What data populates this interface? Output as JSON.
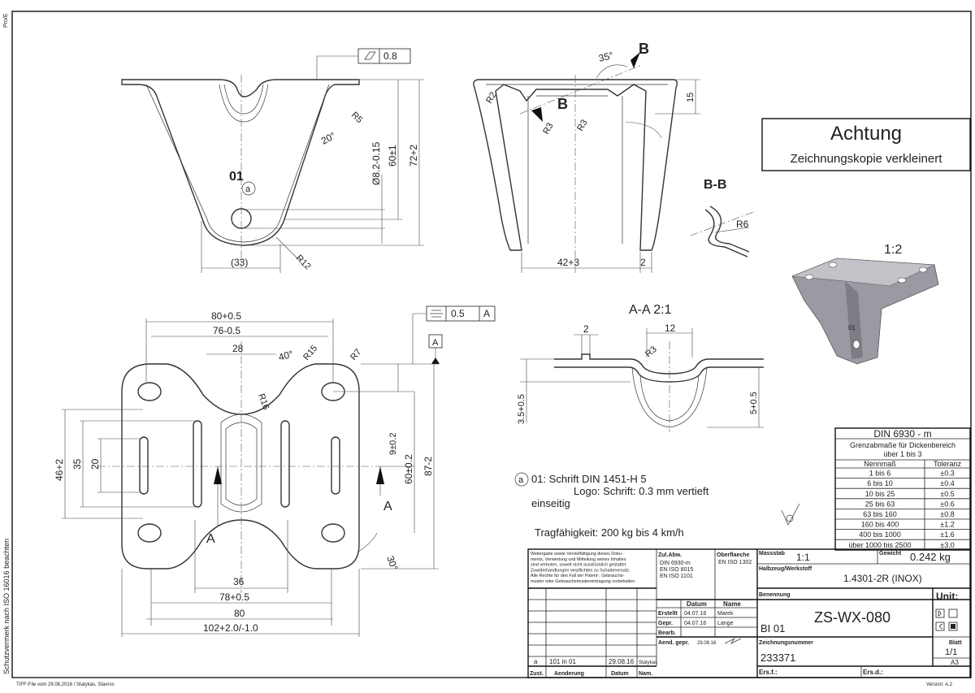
{
  "side_strip": {
    "left_top": "Pro/E",
    "left_bottom": "Schutzvermerk nach ISO 16016 beachten",
    "bottom_note": "TIFF-File vom 29.08.2016 / Statykas, Stavros",
    "version": "Version: A.2"
  },
  "notice": {
    "title": "Achtung",
    "subtitle": "Zeichnungskopie verkleinert"
  },
  "views": {
    "section_bb": "B-B",
    "section_aa": "A-A 2:1",
    "scale_iso": "1:2",
    "cut_b": "B",
    "cut_a": "A",
    "datum_a": "A",
    "part_mark": "01",
    "mark_a": "a",
    "iso_mark": "01"
  },
  "front_view": {
    "flatness": "0.8",
    "angle": "20°",
    "r5": "R5",
    "r12": "R12",
    "d_hole": "Ø8.2-0.15",
    "h60": "60±1",
    "h72": "72+2",
    "w33": "(33)"
  },
  "side_view": {
    "angle": "35°",
    "r2": "R2",
    "r3a": "R3",
    "r3b": "R3",
    "h15": "15",
    "w42": "42+3",
    "t2": "2"
  },
  "bb_view": {
    "r6": "R6"
  },
  "aa_view": {
    "w2": "2",
    "w12": "12",
    "r3": "R3",
    "h35": "3.5+0.5",
    "h5": "5+0.5"
  },
  "top_view": {
    "symmetry": "0.5",
    "sym_ref": "A",
    "w80": "80+0.5",
    "w76": "76-0.5",
    "w28": "28",
    "angle40": "40°",
    "r15": "R15",
    "r7": "R7",
    "r16": "R16",
    "h9": "9±0.2",
    "h60": "60±0.2",
    "h87": "87-2",
    "h46": "46+2",
    "h35": "35",
    "h20": "20",
    "angle30": "30°",
    "w36": "36",
    "w78": "78+0.5",
    "w80b": "80",
    "w102": "102+2.0/-1.0"
  },
  "notes": {
    "line1": "01: Schrift DIN 1451-H 5",
    "line2": "Logo: Schrift: 0.3 mm vertieft",
    "line3": "einseitig",
    "load": "Tragfähigkeit: 200 kg bis 4 km/h"
  },
  "tolerance_table": {
    "title": "DIN 6930 - m",
    "subtitle1": "Grenzabmaße für Dickenbereich",
    "subtitle2": "über 1 bis 3",
    "col1": "Nennmaß",
    "col2": "Toleranz",
    "rows": [
      {
        "a": "1 bis 6",
        "b": "±0.3"
      },
      {
        "a": "6 bis 10",
        "b": "±0.4"
      },
      {
        "a": "10 bis 25",
        "b": "±0.5"
      },
      {
        "a": "25 bis 63",
        "b": "±0.6"
      },
      {
        "a": "63 bis 160",
        "b": "±0.8"
      },
      {
        "a": "160 bis 400",
        "b": "±1.2"
      },
      {
        "a": "400 bis 1000",
        "b": "±1.6"
      },
      {
        "a": "über 1000 bis 2500",
        "b": "±3.0"
      }
    ]
  },
  "title_block": {
    "copyright_lines": [
      "Weitergabe sowie Vervielfältigung dieses Doku-",
      "ments, Verwertung und Mitteilung seines Inhaltes",
      "sind verboten, soweit nicht ausdrücklich gestattet.",
      "Zuwiderhandlungen verpflichten zu Schadenersatz.",
      "Alle Rechte für den Fall der Patent-, Gebrauchs-",
      "muster oder Gebrauchsmustereintragung vorbehalten."
    ],
    "zul_abw": "Zul.Abw.",
    "zul_lines": [
      "DIN 6930-m",
      "EN ISO 8015",
      "EN ISO 1101"
    ],
    "oberflaeche": "Oberflaeche",
    "ober_val": "EN ISO 1302",
    "massstab": "Massstab",
    "massstab_val": "1:1",
    "gewicht": "Gewicht",
    "gewicht_val": "0.242 kg",
    "werkstoff": "Halbzeug/Werkstoff",
    "werkstoff_val": "1.4301-2R (INOX)",
    "datum": "Datum",
    "name": "Name",
    "erstellt": "Erstellt",
    "erstellt_date": "04.07.16",
    "erstellt_name": "Marek",
    "gepr": "Gepr.",
    "gepr_date": "04.07.16",
    "gepr_name": "Lange",
    "bearb": "Bearb.",
    "aend": "Aend. gepr.",
    "aend_date": "29.08.16",
    "benennung": "Benennung",
    "benennung_val": "BI 01",
    "drawing_title": "ZS-WX-080",
    "zeichnungsnummer": "Zeichnungsnummer",
    "nummer_val": "233371",
    "unit": "Unit:",
    "blatt": "Blatt",
    "blatt_val": "1/1",
    "format": "A3",
    "rev_a": "a",
    "rev_text": "101 in 01",
    "rev_date": "29.08.16",
    "rev_name": "Statykas",
    "zust": "Zust.",
    "aenderung": "Aenderung",
    "datum2": "Datum",
    "nam": "Nam.",
    "ers_f": "Ers.f.:",
    "ers_d": "Ers.d.:"
  }
}
